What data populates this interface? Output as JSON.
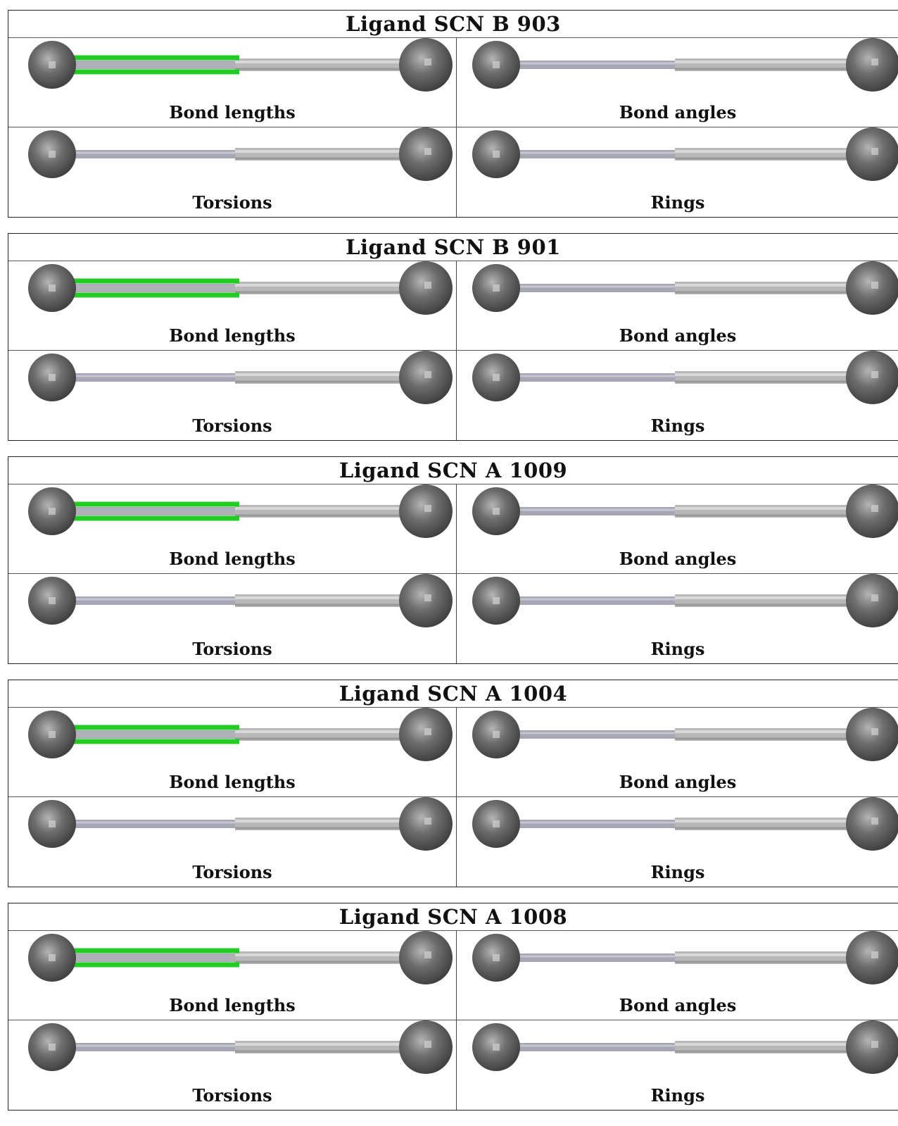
{
  "colors": {
    "bond_outlier": "#22cc22",
    "bond_normal": "#b8b8b8",
    "bond_left_half": "#a6a6b4",
    "atom": "#6e6e6e"
  },
  "icons": {
    "molecule": "scn-ball-and-stick-icon"
  },
  "ligands": [
    {
      "title": "Ligand SCN B 903",
      "panels": [
        {
          "label": "Bond lengths",
          "highlight": true
        },
        {
          "label": "Bond angles",
          "highlight": false
        },
        {
          "label": "Torsions",
          "highlight": false
        },
        {
          "label": "Rings",
          "highlight": false
        }
      ]
    },
    {
      "title": "Ligand SCN B 901",
      "panels": [
        {
          "label": "Bond lengths",
          "highlight": true
        },
        {
          "label": "Bond angles",
          "highlight": false
        },
        {
          "label": "Torsions",
          "highlight": false
        },
        {
          "label": "Rings",
          "highlight": false
        }
      ]
    },
    {
      "title": "Ligand SCN A 1009",
      "panels": [
        {
          "label": "Bond lengths",
          "highlight": true
        },
        {
          "label": "Bond angles",
          "highlight": false
        },
        {
          "label": "Torsions",
          "highlight": false
        },
        {
          "label": "Rings",
          "highlight": false
        }
      ]
    },
    {
      "title": "Ligand SCN A 1004",
      "panels": [
        {
          "label": "Bond lengths",
          "highlight": true
        },
        {
          "label": "Bond angles",
          "highlight": false
        },
        {
          "label": "Torsions",
          "highlight": false
        },
        {
          "label": "Rings",
          "highlight": false
        }
      ]
    },
    {
      "title": "Ligand SCN A 1008",
      "panels": [
        {
          "label": "Bond lengths",
          "highlight": true
        },
        {
          "label": "Bond angles",
          "highlight": false
        },
        {
          "label": "Torsions",
          "highlight": false
        },
        {
          "label": "Rings",
          "highlight": false
        }
      ]
    }
  ]
}
